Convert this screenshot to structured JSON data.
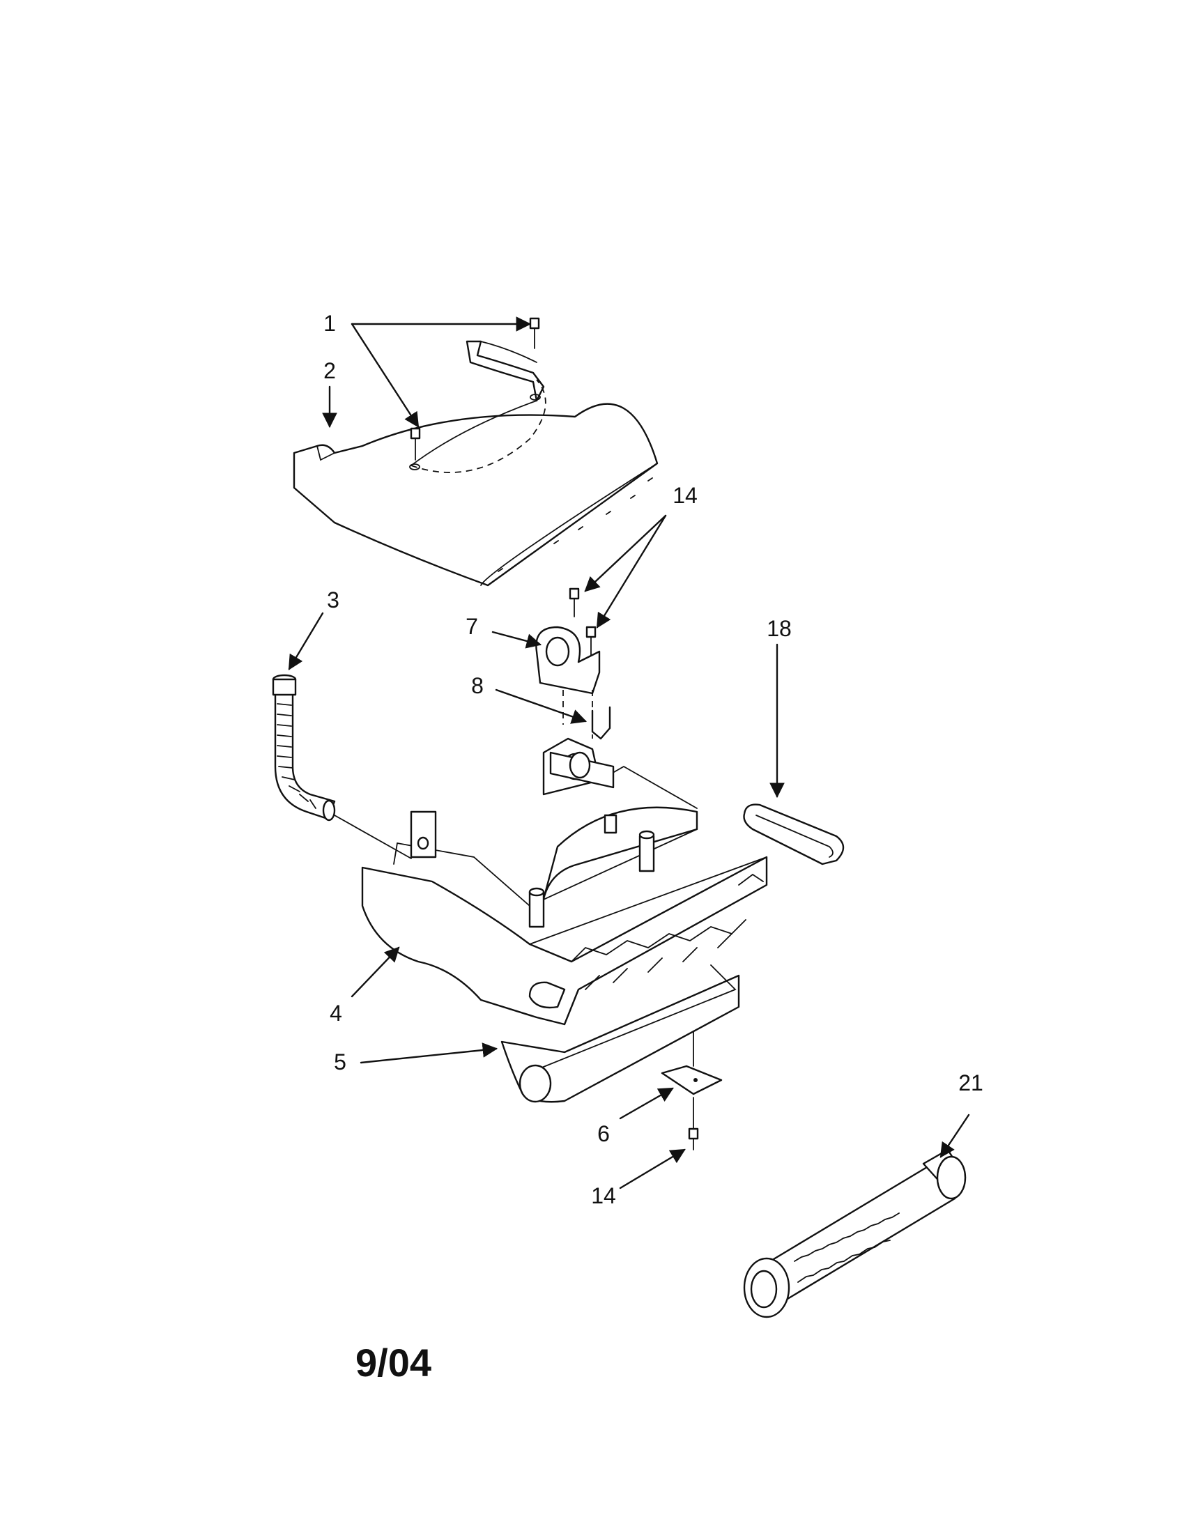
{
  "diagram": {
    "callouts": [
      {
        "id": "c1",
        "label": "1"
      },
      {
        "id": "c2",
        "label": "2"
      },
      {
        "id": "c3",
        "label": "3"
      },
      {
        "id": "c4",
        "label": "4"
      },
      {
        "id": "c5",
        "label": "5"
      },
      {
        "id": "c6",
        "label": "6"
      },
      {
        "id": "c7",
        "label": "7"
      },
      {
        "id": "c8",
        "label": "8"
      },
      {
        "id": "c14a",
        "label": "14"
      },
      {
        "id": "c14b",
        "label": "14"
      },
      {
        "id": "c18",
        "label": "18"
      },
      {
        "id": "c21",
        "label": "21"
      }
    ],
    "date_code": "9/04"
  }
}
